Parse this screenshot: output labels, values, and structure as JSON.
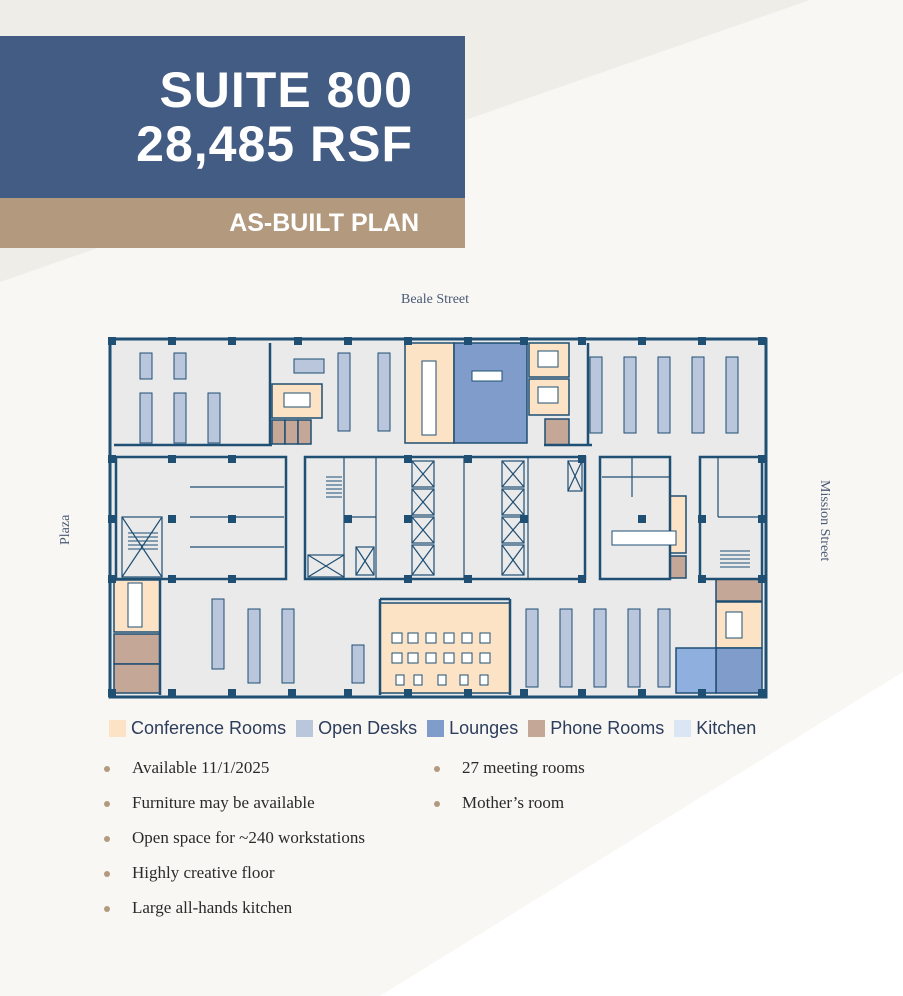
{
  "header": {
    "title_line1": "SUITE 800",
    "title_line2": "28,485 RSF",
    "subtitle": "AS-BUILT PLAN"
  },
  "colors": {
    "navy": "#435c83",
    "tan": "#b39a7e",
    "conference": "#fde3c6",
    "open_desks": "#b9c6dc",
    "lounges": "#7f9cca",
    "phone_rooms": "#c4a796",
    "kitchen": "#dae6f4",
    "wall": "#1f4f73",
    "floor": "#eaeaeb"
  },
  "streets": {
    "north": "Beale Street",
    "west": "Plaza",
    "east": "Mission Street"
  },
  "legend": [
    {
      "label": "Conference Rooms",
      "color": "#fde3c6"
    },
    {
      "label": "Open Desks",
      "color": "#b9c6dc"
    },
    {
      "label": "Lounges",
      "color": "#7f9cca"
    },
    {
      "label": "Phone Rooms",
      "color": "#c4a796"
    },
    {
      "label": "Kitchen",
      "color": "#dae6f4"
    }
  ],
  "features_left": [
    "Available 11/1/2025",
    "Furniture may be available",
    "Open space for ~240 workstations",
    "Highly creative floor",
    "Large all-hands kitchen"
  ],
  "features_right": [
    "27 meeting rooms",
    "Mother’s room"
  ]
}
